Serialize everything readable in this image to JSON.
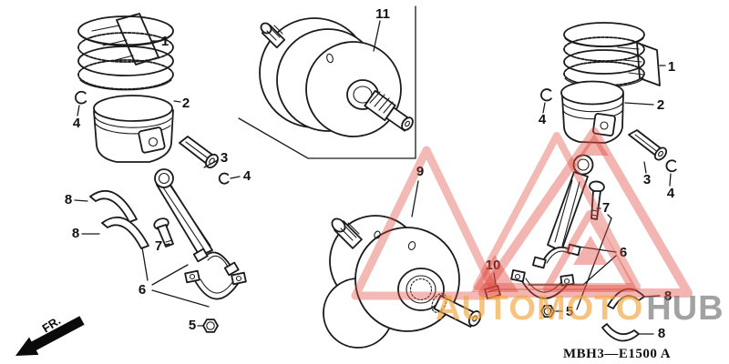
{
  "diagram": {
    "part_code": "MBH3—E1500 A",
    "front_label": "FR."
  },
  "callouts": {
    "piston_ring_set": "1",
    "piston": "2",
    "piston_pin": "3",
    "pin_clip": "4",
    "connecting_rod_nut": "5",
    "connecting_rod": "6",
    "connecting_rod_bolt": "7",
    "connecting_rod_bearing": "8",
    "crankshaft": "9",
    "woodruff_key": "10",
    "crankshaft_weight": "11"
  },
  "watermark": {
    "brand_left": "AUTOMOTO",
    "brand_right": "HUB",
    "triangle_color": "#df463c",
    "brand_left_color": "#f2a63c",
    "brand_right_color": "#696969"
  }
}
